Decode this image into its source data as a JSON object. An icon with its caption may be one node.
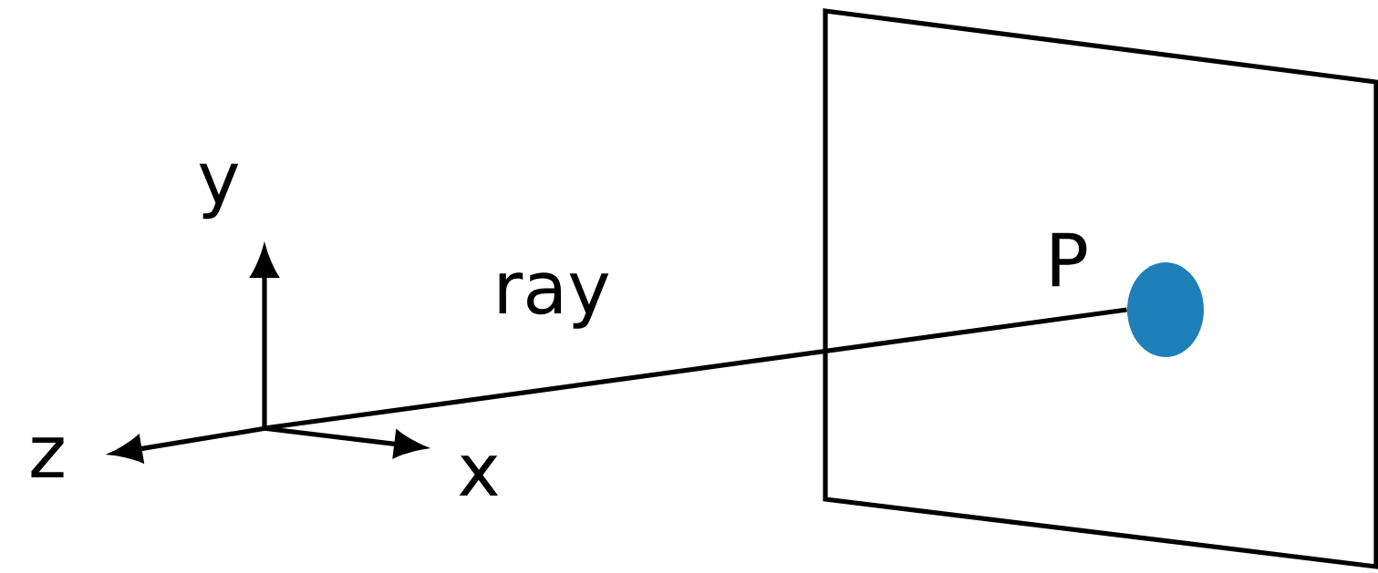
{
  "diagram": {
    "nodes": [
      {
        "text": [],
        "shape": "box"
      },
      {
        "text": [],
        "shape": "circle",
        "beside": [
          "P"
        ],
        "in": 0
      }
    ],
    "edges": [
      {
        "from": null,
        "to": 1,
        "arrow": "none",
        "label": "ray"
      }
    ],
    "labels": [
      "y",
      "z",
      "x"
    ]
  }
}
